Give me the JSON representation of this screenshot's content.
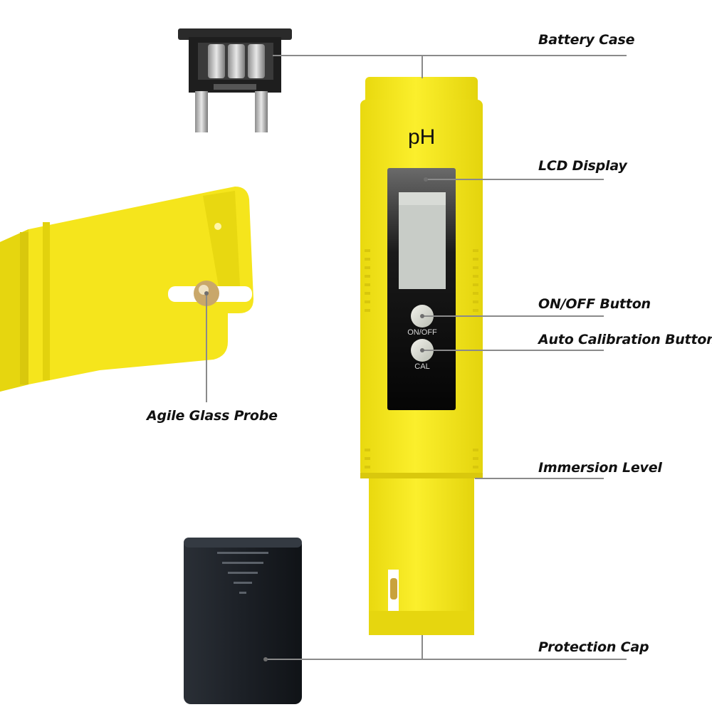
{
  "meter": {
    "brand_label": "pH",
    "onoff_button_label": "ON/OFF",
    "cal_button_label": "CAL"
  },
  "callouts": {
    "battery_case": "Battery Case",
    "lcd_display": "LCD Display",
    "onoff_button": "ON/OFF Button",
    "auto_calibration_button": "Auto Calibration Button",
    "immersion_level": "Immersion Level",
    "protection_cap": "Protection Cap",
    "glass_probe": "Agile Glass Probe"
  },
  "colors": {
    "body_yellow": "#f6e61a",
    "body_shadow": "#d9c80d",
    "panel_black": "#111111",
    "lcd_grey": "#c9ccc8",
    "cap_black": "#1b1f24"
  }
}
